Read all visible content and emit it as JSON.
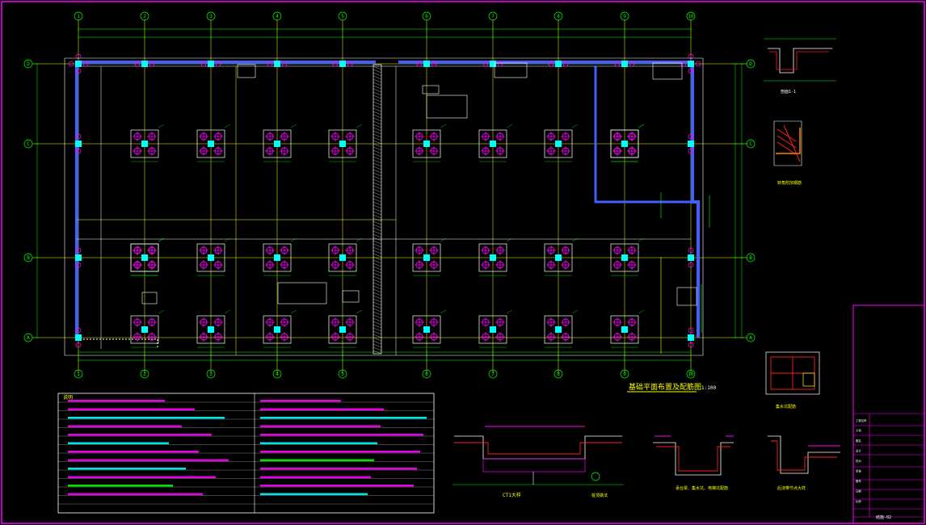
{
  "drawing": {
    "main_title": "基础平面布置及配筋图",
    "main_scale": "1:100",
    "note_heading": "说明",
    "detail_titles": {
      "d1": "剖面1-1",
      "d2": "转角附加钢筋",
      "d3": "集水坑配筋",
      "d4": "CT1大样",
      "d5": "桩顶做法",
      "d6": "承台梁、集水坑、电梯坑配筋",
      "d7": "后浇带节点大样"
    }
  },
  "grid": {
    "columns": [
      "1",
      "2",
      "3",
      "4",
      "5",
      "6",
      "7",
      "8",
      "9",
      "10"
    ],
    "rows": [
      "D",
      "C",
      "B",
      "A"
    ]
  },
  "title_block": {
    "labels": [
      "工程名称",
      "子项",
      "图名",
      "设计",
      "校对",
      "审核",
      "图号",
      "日期",
      "比例"
    ],
    "sheet_no": "结施-02"
  },
  "colors": {
    "background": "#000000",
    "frame": "#ff00ff",
    "grid_line": "#ffff00",
    "axis_bubble": "#00ff00",
    "wall": "#4060ff",
    "pile": "#ff00ff",
    "cap": "#ffffff",
    "dimension": "#00ff00",
    "text": "#ffffff",
    "rebar": "#ff2020",
    "column": "#00ffff"
  }
}
